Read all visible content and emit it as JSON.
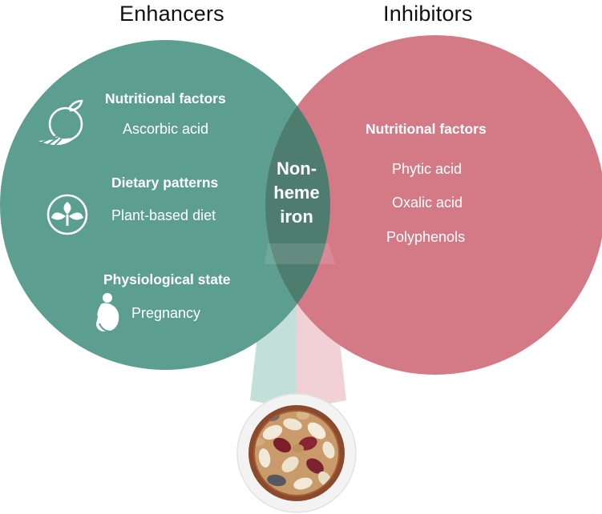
{
  "titles": {
    "left": "Enhancers",
    "right": "Inhibitors"
  },
  "enhancers": {
    "nutritional_heading": "Nutritional factors",
    "nutritional_item": "Ascorbic acid",
    "dietary_heading": "Dietary patterns",
    "dietary_item": "Plant-based diet",
    "physiological_heading": "Physiological state",
    "physiological_item": "Pregnancy"
  },
  "inhibitors": {
    "nutritional_heading": "Nutritional factors",
    "items": [
      "Phytic acid",
      "Oxalic acid",
      "Polyphenols"
    ]
  },
  "center": {
    "line1": "Non-",
    "line2": "heme",
    "line3": "iron"
  },
  "icons": [
    "citrus-fruit-icon",
    "plant-leaf-icon",
    "pregnancy-icon",
    "bean-bowl-icon"
  ],
  "colors": {
    "enhancers": "#5c9e8f",
    "inhibitors": "#d47a86",
    "overlap": "#4e7c6f"
  }
}
